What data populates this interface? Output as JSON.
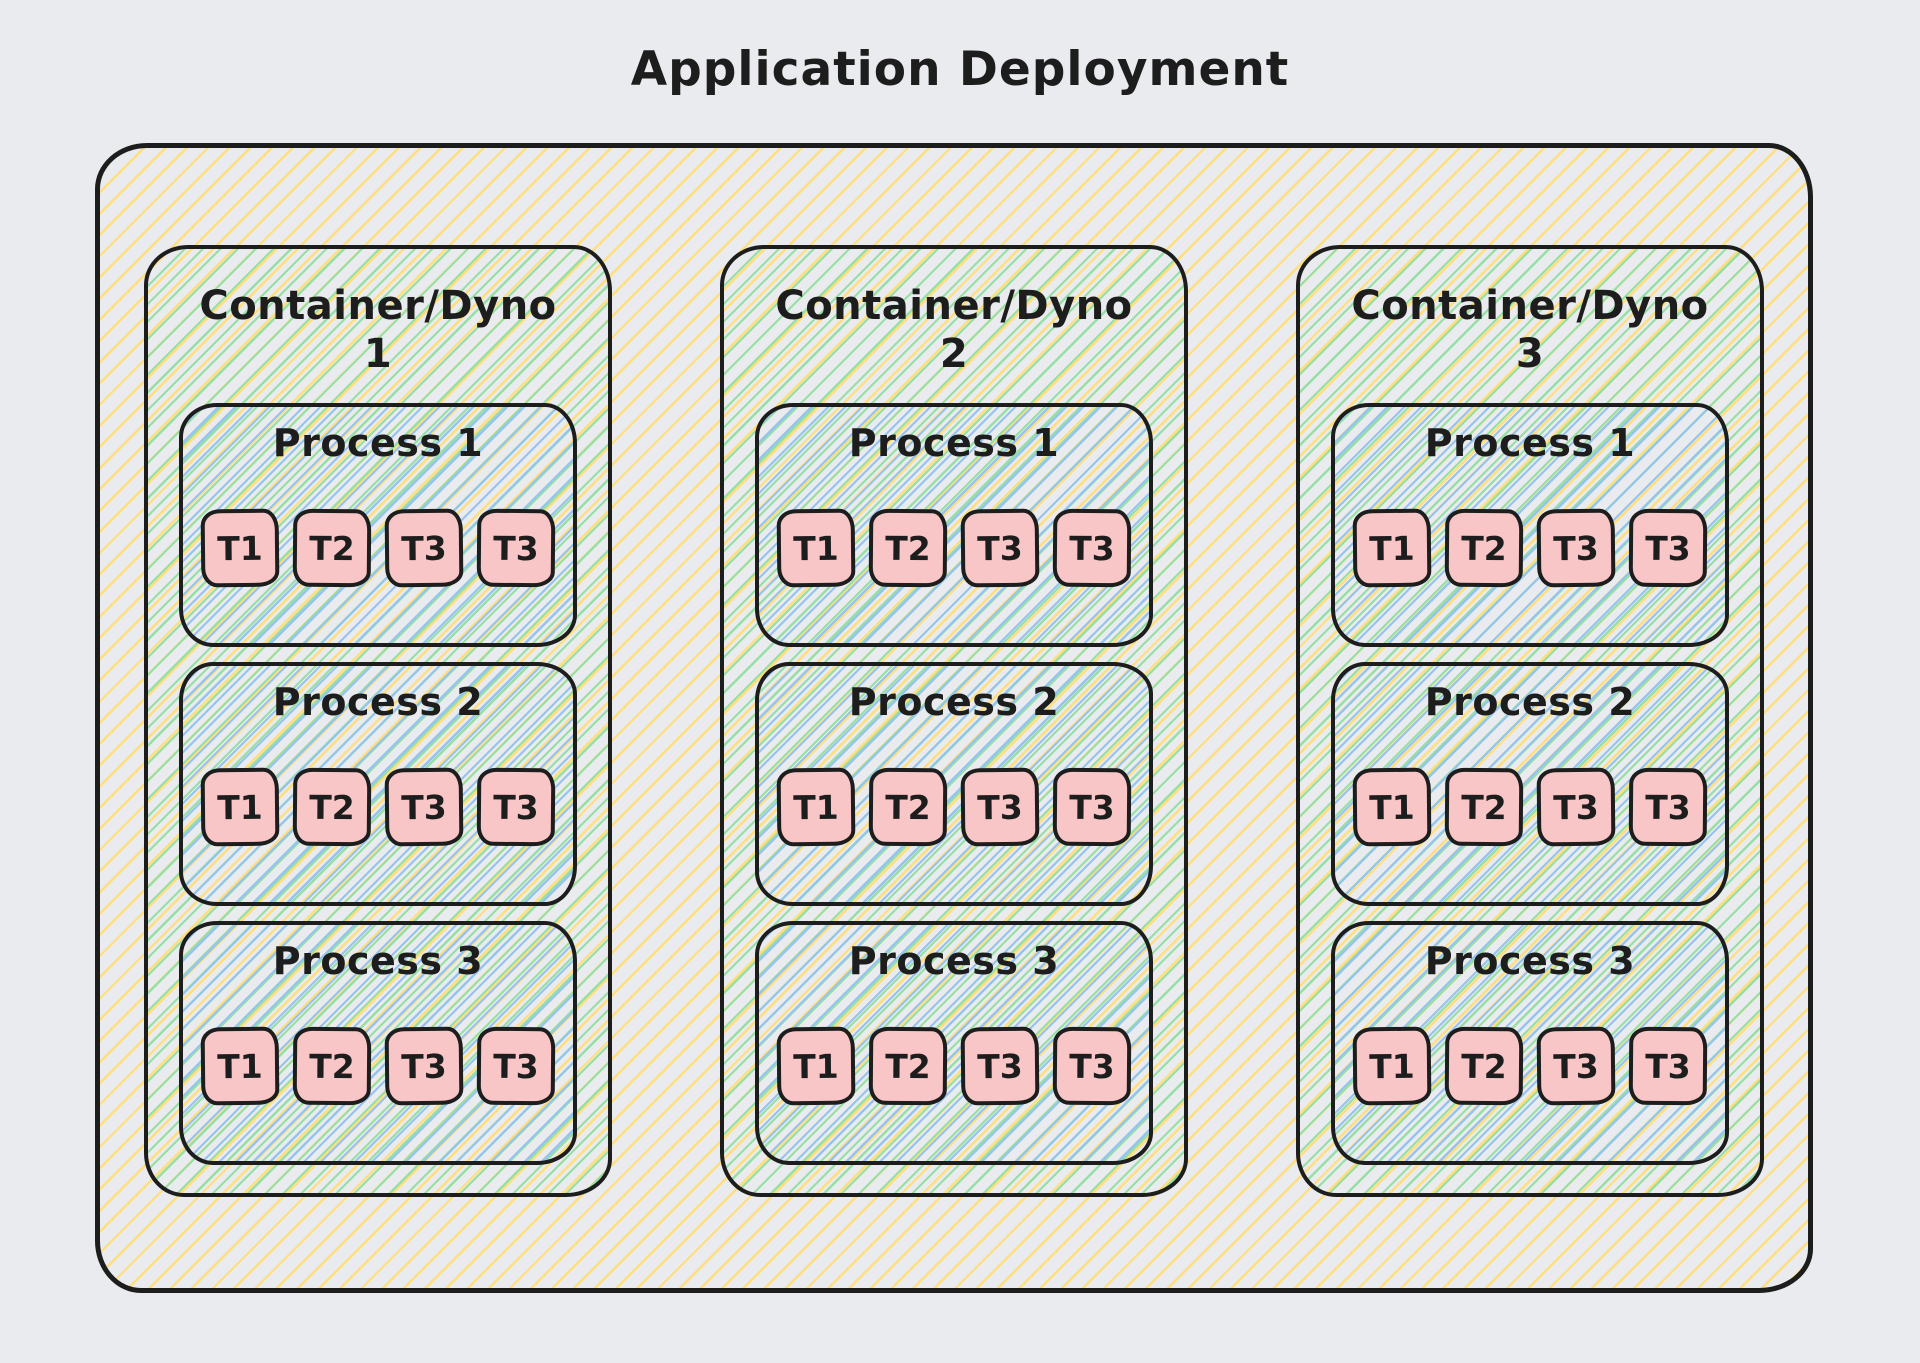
{
  "title": "Application Deployment",
  "colors": {
    "canvas_bg": "#e9ebee",
    "stroke": "#1d1d1d",
    "outer_hatch_yellow": "#ffdf7d",
    "container_hatch_green": "#97dfa5",
    "process_hatch_blue": "#96c4ee",
    "thread_fill_pink": "#f8c6c7"
  },
  "containers": [
    {
      "title": "Container/Dyno",
      "number": "1",
      "processes": [
        {
          "title": "Process 1",
          "threads": [
            "T1",
            "T2",
            "T3",
            "T3"
          ]
        },
        {
          "title": "Process 2",
          "threads": [
            "T1",
            "T2",
            "T3",
            "T3"
          ]
        },
        {
          "title": "Process 3",
          "threads": [
            "T1",
            "T2",
            "T3",
            "T3"
          ]
        }
      ]
    },
    {
      "title": "Container/Dyno",
      "number": "2",
      "processes": [
        {
          "title": "Process 1",
          "threads": [
            "T1",
            "T2",
            "T3",
            "T3"
          ]
        },
        {
          "title": "Process 2",
          "threads": [
            "T1",
            "T2",
            "T3",
            "T3"
          ]
        },
        {
          "title": "Process 3",
          "threads": [
            "T1",
            "T2",
            "T3",
            "T3"
          ]
        }
      ]
    },
    {
      "title": "Container/Dyno",
      "number": "3",
      "processes": [
        {
          "title": "Process 1",
          "threads": [
            "T1",
            "T2",
            "T3",
            "T3"
          ]
        },
        {
          "title": "Process 2",
          "threads": [
            "T1",
            "T2",
            "T3",
            "T3"
          ]
        },
        {
          "title": "Process 3",
          "threads": [
            "T1",
            "T2",
            "T3",
            "T3"
          ]
        }
      ]
    }
  ]
}
